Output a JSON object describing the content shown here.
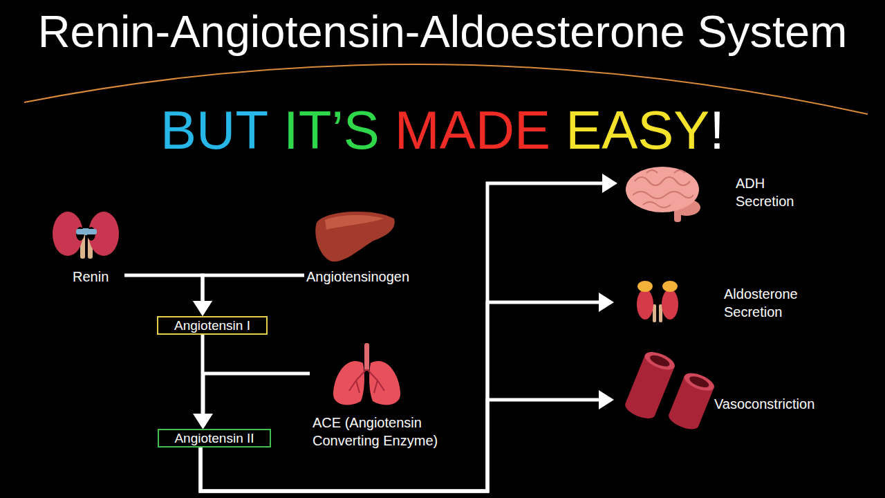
{
  "diagram": {
    "title": "Renin-Angiotensin-Aldoesterone System",
    "nodes": [
      {
        "text": [
          "Renin"
        ]
      },
      {
        "text": [
          "Angiotensinogen"
        ]
      },
      {
        "text": [
          "Angiotensin I"
        ]
      },
      {
        "text": [
          "ACE (Angiotensin Converting Enzyme)"
        ]
      },
      {
        "text": [
          "Angiotensin II"
        ]
      },
      {
        "text": [
          "ADH Secretion"
        ]
      },
      {
        "text": [
          "Aldosterone Secretion"
        ]
      },
      {
        "text": [
          "Vasoconstriction"
        ]
      }
    ],
    "edges": [
      {
        "from": 0,
        "to": 2,
        "arrow": "to"
      },
      {
        "from": 1,
        "to": 2,
        "arrow": "to"
      },
      {
        "from": 2,
        "to": 4,
        "arrow": "to"
      },
      {
        "from": 3,
        "to": 4,
        "arrow": "to"
      },
      {
        "from": 4,
        "to": 5,
        "arrow": "to"
      },
      {
        "from": 4,
        "to": 6,
        "arrow": "to"
      },
      {
        "from": 4,
        "to": 7,
        "arrow": "to"
      }
    ],
    "labels": [
      "BUT",
      "IT’S",
      "MADE",
      "EASY",
      "!"
    ]
  }
}
